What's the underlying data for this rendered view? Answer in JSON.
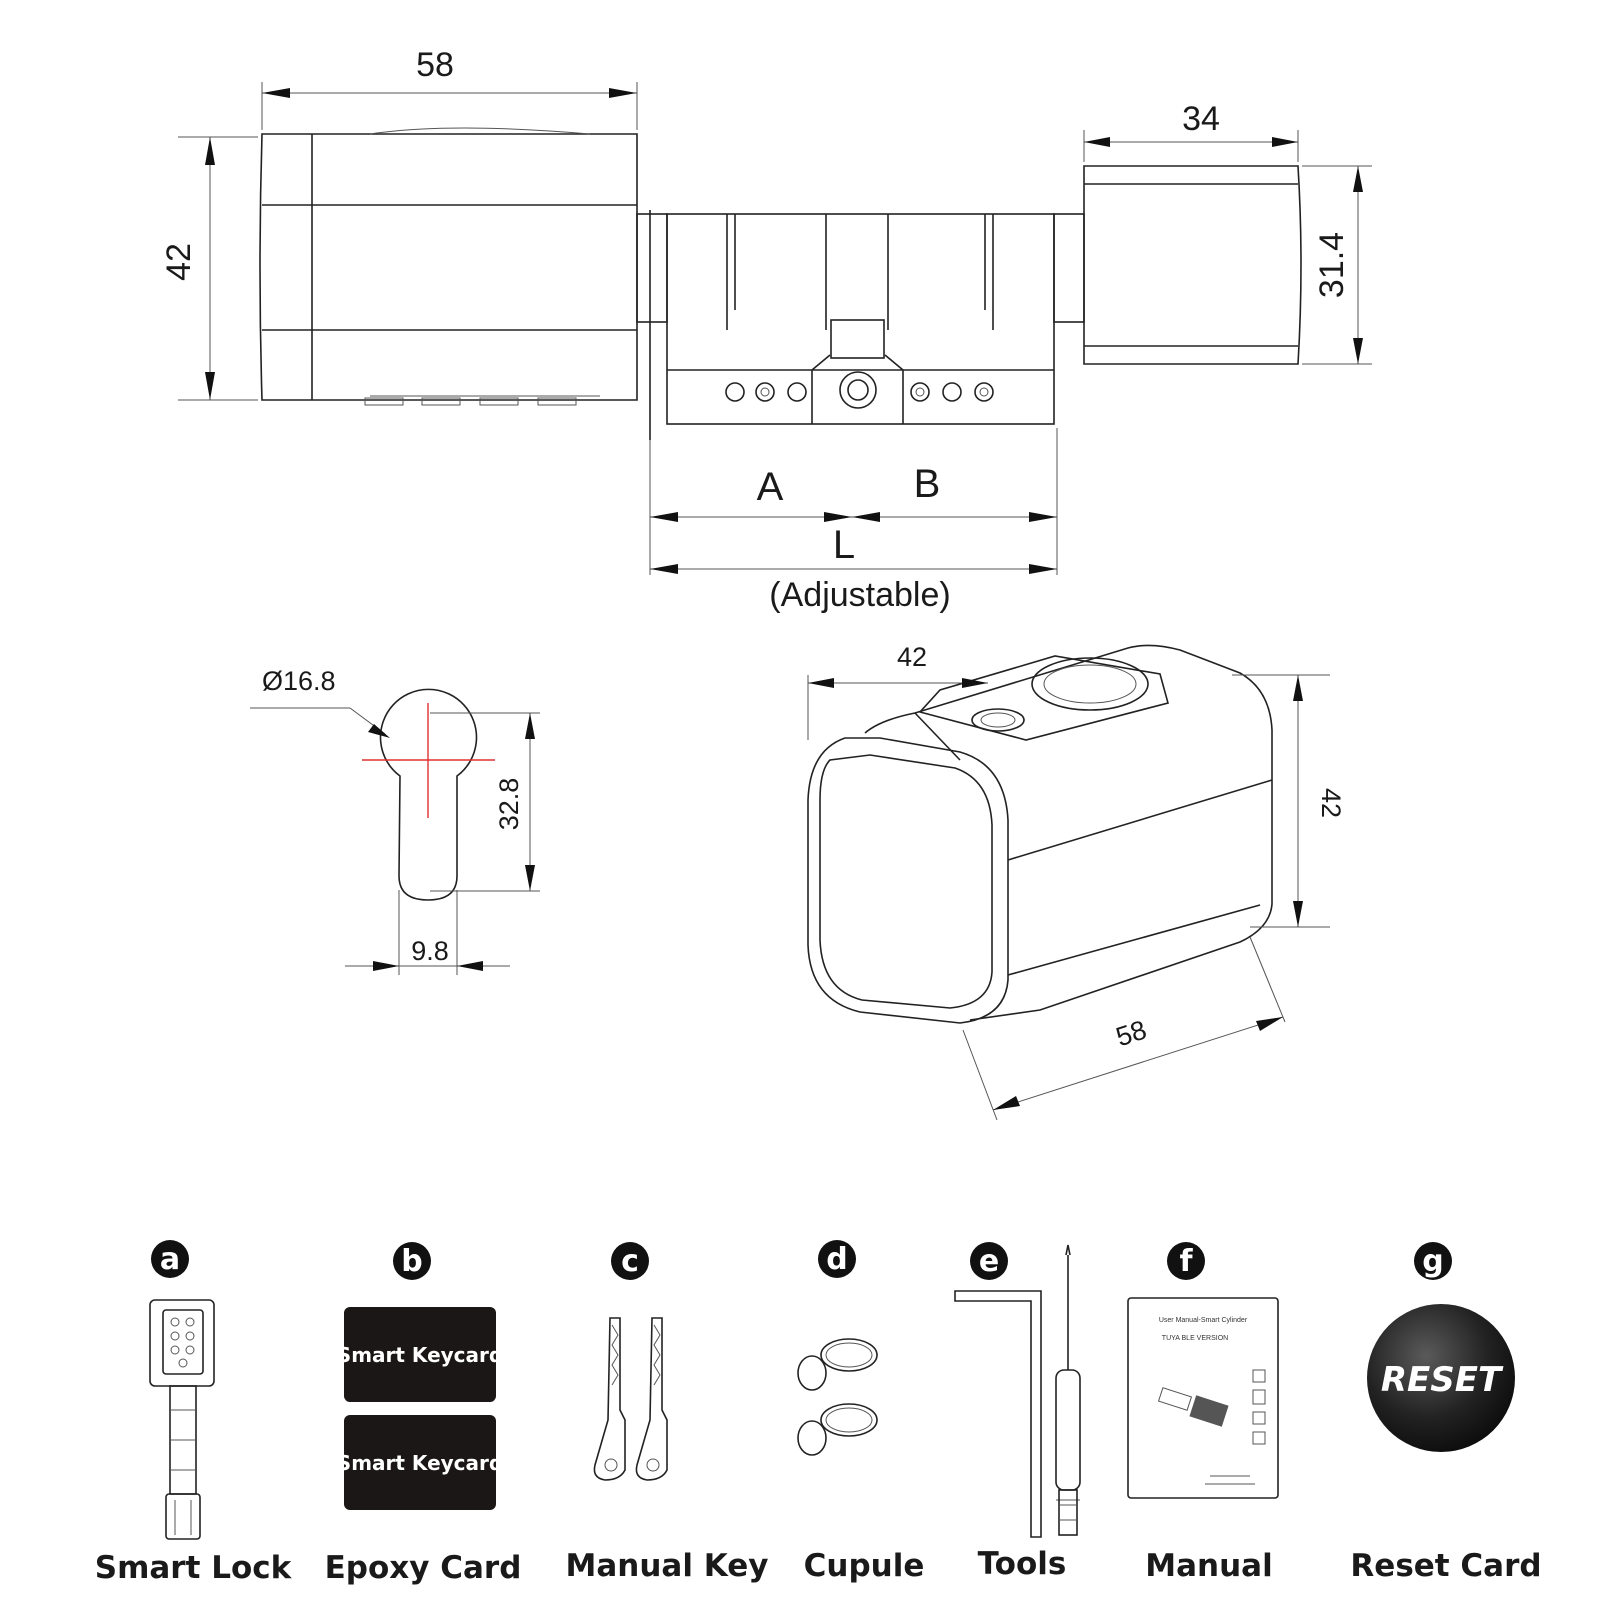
{
  "drawing": {
    "side_view": {
      "width_label": "58",
      "height_label": "42",
      "knob_width_label": "34",
      "knob_height_label": "31.4",
      "a_label": "A",
      "b_label": "B",
      "l_label": "L",
      "adjustable_label": "(Adjustable)"
    },
    "profile_view": {
      "diameter_label": "Ø16.8",
      "height_label": "32.8",
      "width_label": "9.8"
    },
    "iso_view": {
      "width_label": "42",
      "height_label": "42",
      "length_label": "58"
    }
  },
  "items": [
    {
      "letter": "a",
      "label": "Smart Lock",
      "icon": "smart-lock-icon"
    },
    {
      "letter": "b",
      "label": "Epoxy Card",
      "icon": "epoxy-card-icon"
    },
    {
      "letter": "c",
      "label": "Manual Key",
      "icon": "manual-key-icon"
    },
    {
      "letter": "d",
      "label": "Cupule",
      "icon": "cupule-icon"
    },
    {
      "letter": "e",
      "label": "Tools",
      "icon": "tools-icon"
    },
    {
      "letter": "f",
      "label": "Manual",
      "icon": "manual-icon"
    },
    {
      "letter": "g",
      "label": "Reset Card",
      "icon": "reset-card-icon"
    }
  ],
  "epoxy_card": {
    "card_text": "Smart Keycard"
  },
  "manual": {
    "title": "User Manual-Smart Cylinder",
    "subtitle": "TUYA BLE VERSION"
  },
  "reset_card": {
    "text": "RESET"
  },
  "colors": {
    "line": "#222222",
    "crosshair": "#e03030",
    "card": "#1c1717",
    "badge": "#111111"
  }
}
